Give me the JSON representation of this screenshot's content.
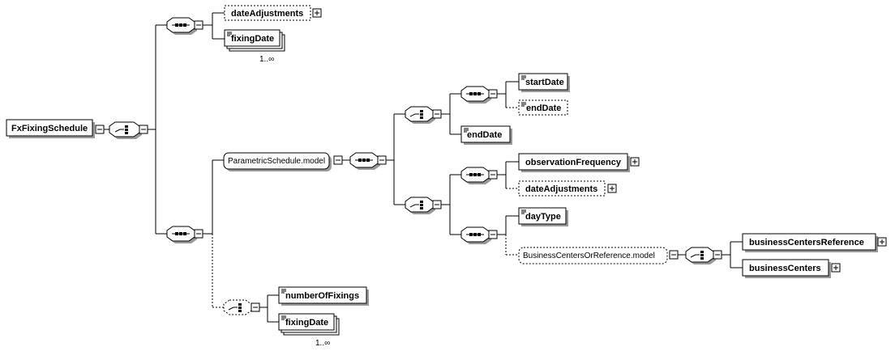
{
  "root": {
    "label": "FxFixingSchedule"
  },
  "elements": {
    "date_adjustments_top": "dateAdjustments",
    "fixing_date_top": "fixingDate",
    "fixing_date_top_occ": "1..∞",
    "parametric_model": "ParametricSchedule.model",
    "start_date": "startDate",
    "end_date_optional": "endDate",
    "end_date": "endDate",
    "observation_frequency": "observationFrequency",
    "date_adjustments_mid": "dateAdjustments",
    "day_type": "dayType",
    "business_centers_or_reference_model": "BusinessCentersOrReference.model",
    "business_centers_reference": "businessCentersReference",
    "business_centers": "businessCenters",
    "number_of_fixings": "numberOfFixings",
    "fixing_date_bottom": "fixingDate",
    "fixing_date_bottom_occ": "1..∞"
  },
  "icons": {
    "sequence": "sequence-icon",
    "choice": "choice-icon",
    "expand": "expand-plus-icon",
    "collapse": "collapse-minus-icon",
    "annotation": "annotation-lines-icon"
  }
}
